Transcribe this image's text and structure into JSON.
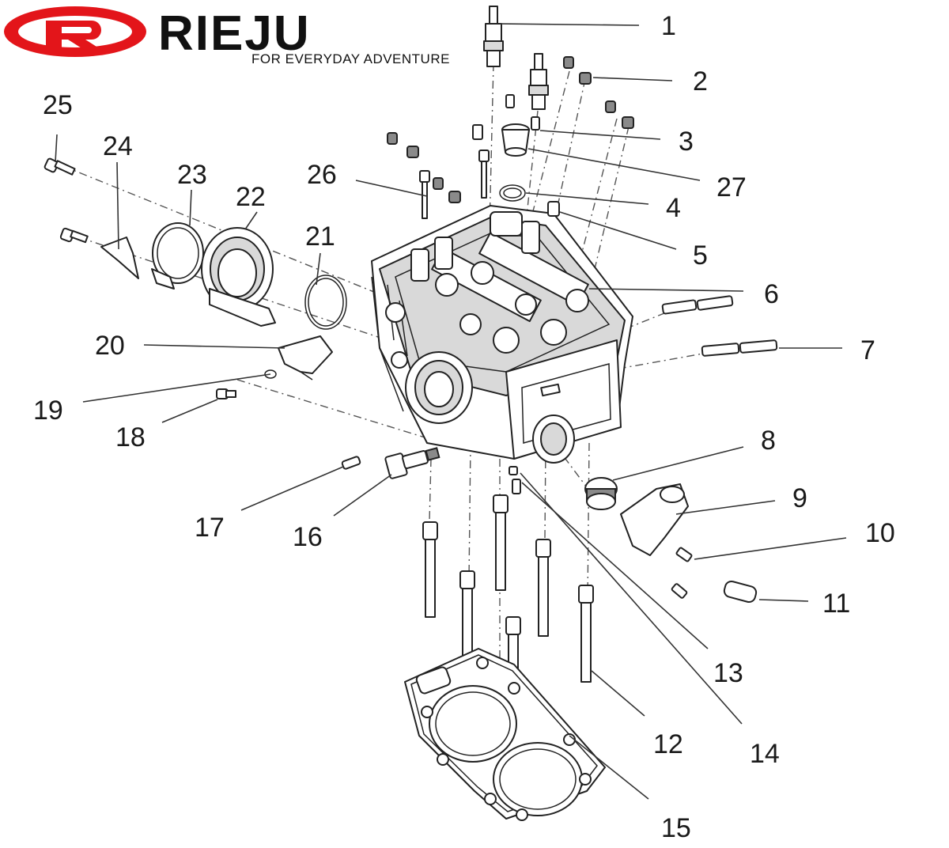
{
  "brand": {
    "name": "RIEJU",
    "tagline": "FOR EVERYDAY ADVENTURE",
    "logo_color": "#e3151a"
  },
  "callouts": [
    {
      "id": "1",
      "label": "1"
    },
    {
      "id": "2",
      "label": "2"
    },
    {
      "id": "3",
      "label": "3"
    },
    {
      "id": "4",
      "label": "4"
    },
    {
      "id": "5",
      "label": "5"
    },
    {
      "id": "6",
      "label": "6"
    },
    {
      "id": "7",
      "label": "7"
    },
    {
      "id": "8",
      "label": "8"
    },
    {
      "id": "9",
      "label": "9"
    },
    {
      "id": "10",
      "label": "10"
    },
    {
      "id": "11",
      "label": "11"
    },
    {
      "id": "12",
      "label": "12"
    },
    {
      "id": "13",
      "label": "13"
    },
    {
      "id": "14",
      "label": "14"
    },
    {
      "id": "15",
      "label": "15"
    },
    {
      "id": "16",
      "label": "16"
    },
    {
      "id": "17",
      "label": "17"
    },
    {
      "id": "18",
      "label": "18"
    },
    {
      "id": "19",
      "label": "19"
    },
    {
      "id": "20",
      "label": "20"
    },
    {
      "id": "21",
      "label": "21"
    },
    {
      "id": "22",
      "label": "22"
    },
    {
      "id": "23",
      "label": "23"
    },
    {
      "id": "24",
      "label": "24"
    },
    {
      "id": "25",
      "label": "25"
    },
    {
      "id": "26",
      "label": "26"
    },
    {
      "id": "27",
      "label": "27"
    }
  ]
}
